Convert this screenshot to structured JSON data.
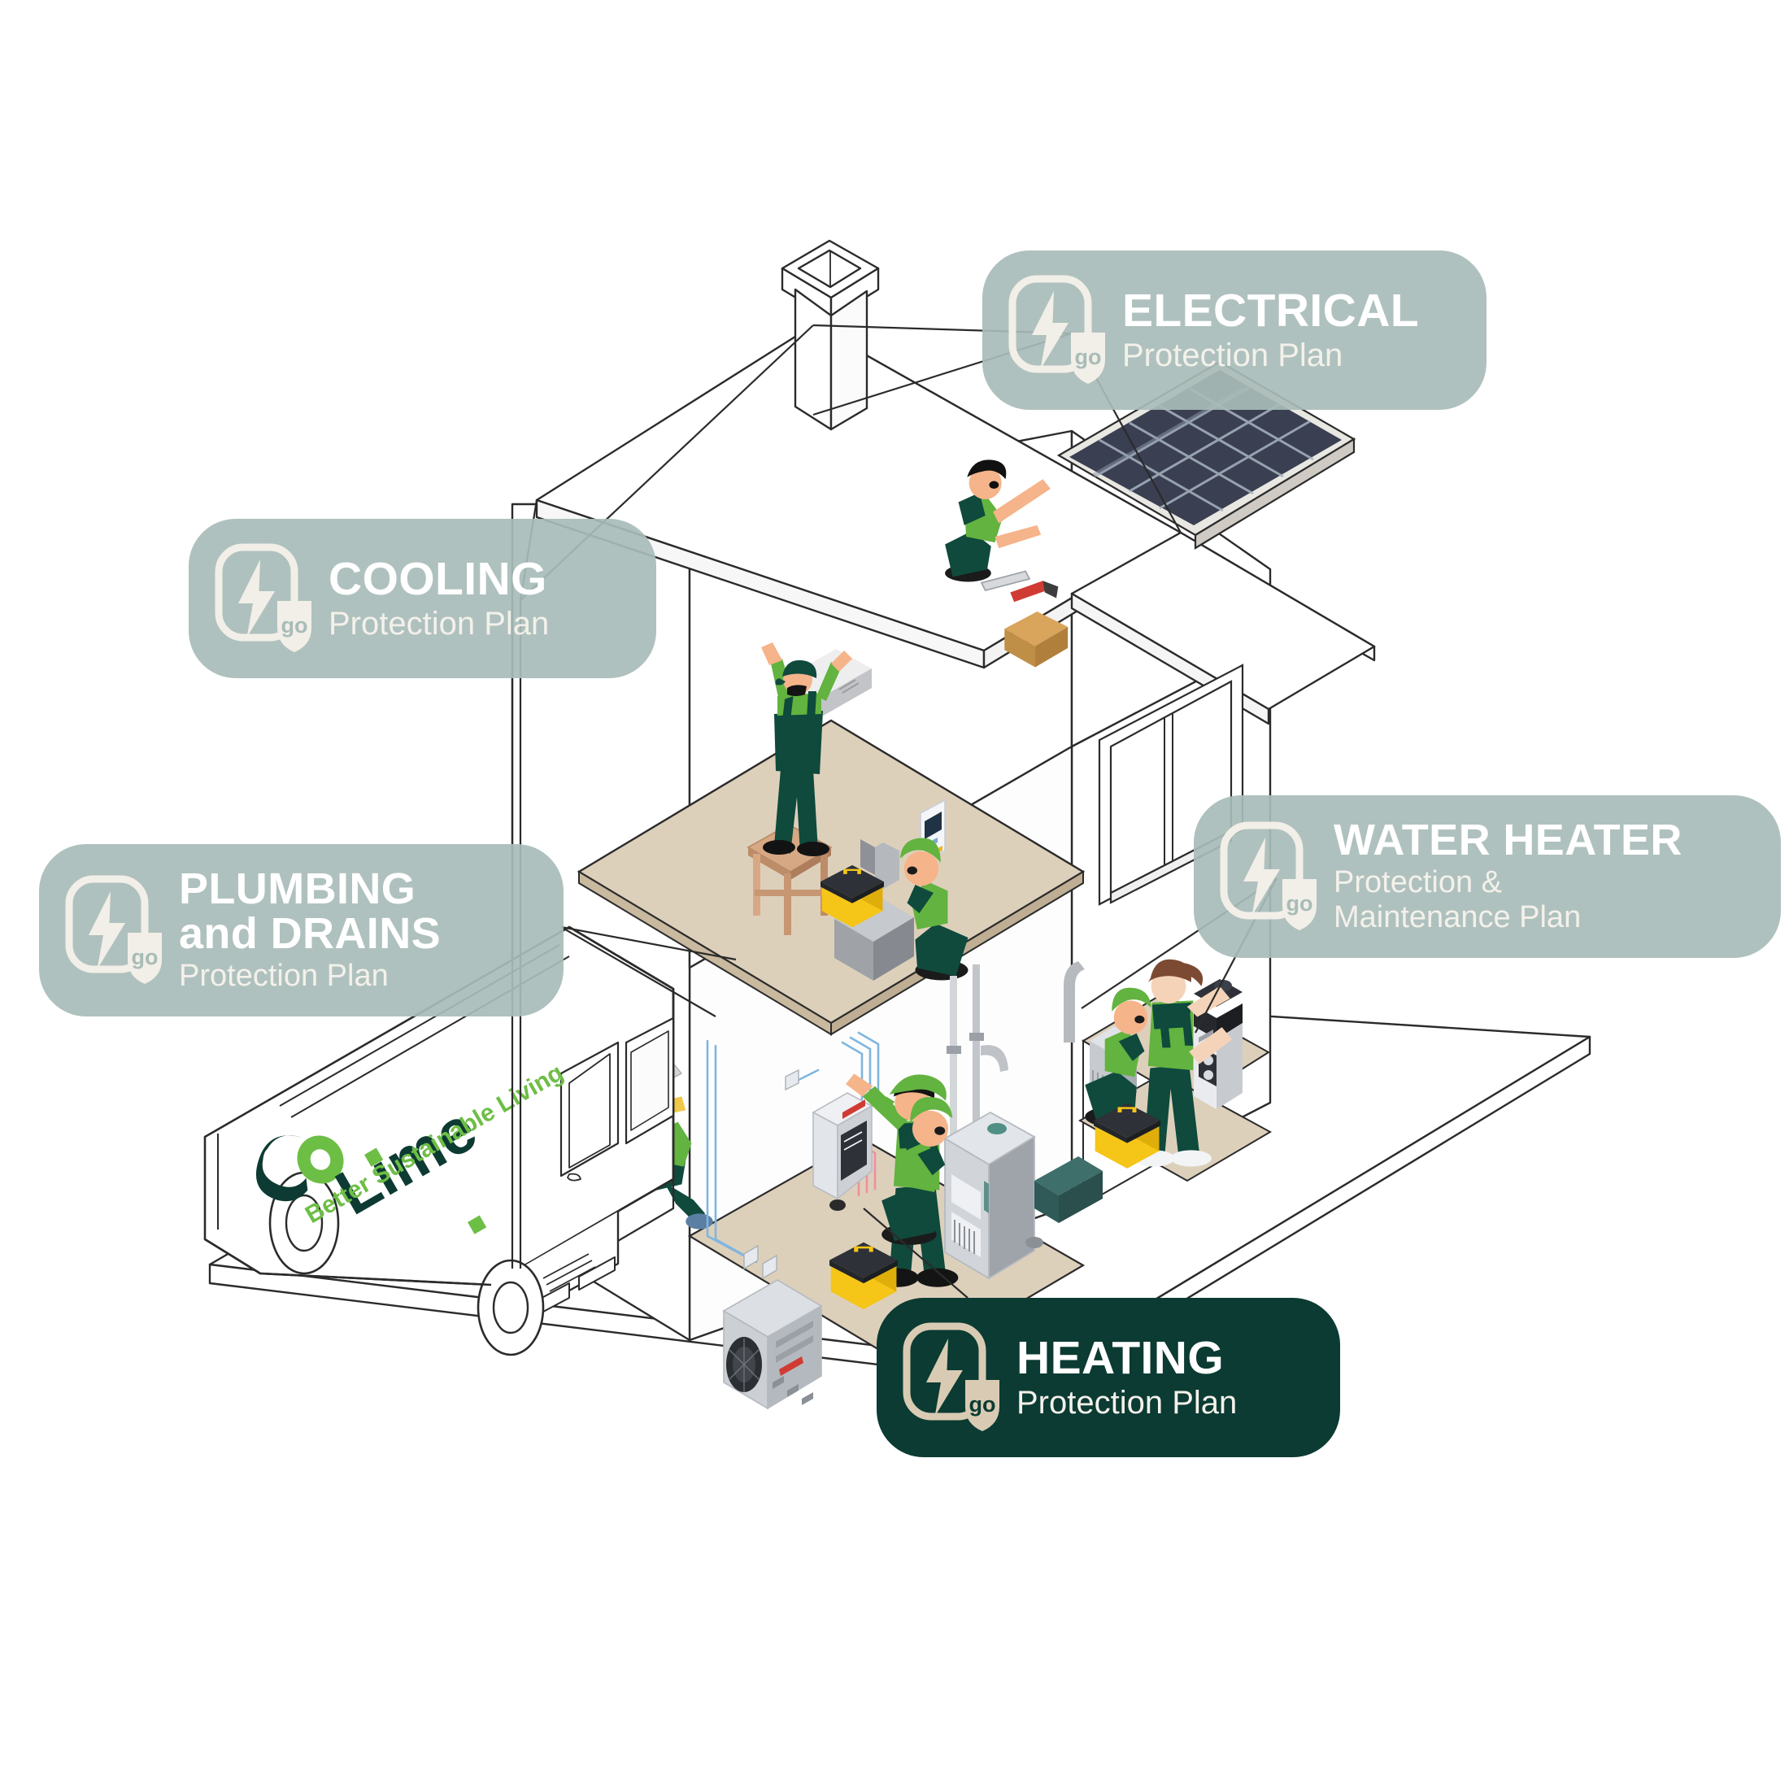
{
  "page": {
    "kind": "isometric-infographic",
    "background_color": "#ffffff"
  },
  "colors": {
    "badge_sage": "#a8bcb8",
    "badge_dark_green": "#0b3b33",
    "badge_text_cream": "#f3f1ea",
    "badge_text_white": "#ffffff",
    "icon_cream": "#f2efe8",
    "icon_tan": "#d9cbb3",
    "brand_dark_green": "#0d3b33",
    "brand_lime": "#6dbe45",
    "floor_beige": "#ddd0bb",
    "line_stroke": "#2b2b2b",
    "worker_overall_dark": "#0f4a3c",
    "worker_shirt_green": "#62b33f",
    "toolbox_yellow": "#f5c518",
    "solar_panel": "#3a3f52"
  },
  "badges": [
    {
      "id": "electrical",
      "title": "ELECTRICAL",
      "subtitle": "Protection Plan",
      "style": "sage",
      "icon": "lightning-shield-icon"
    },
    {
      "id": "cooling",
      "title": "COOLING",
      "subtitle": "Protection Plan",
      "style": "sage",
      "icon": "lightning-shield-icon"
    },
    {
      "id": "plumbing",
      "title": "PLUMBING and DRAINS",
      "title_line1": "PLUMBING",
      "title_line2": "and DRAINS",
      "subtitle": "Protection Plan",
      "style": "sage",
      "icon": "lightning-shield-icon"
    },
    {
      "id": "water_heater",
      "title": "WATER HEATER",
      "subtitle": "Protection &\nMaintenance Plan",
      "style": "sage",
      "icon": "lightning-shield-icon"
    },
    {
      "id": "heating",
      "title": "HEATING",
      "subtitle": "Protection Plan",
      "style": "dark",
      "icon": "lightning-shield-icon"
    }
  ],
  "van": {
    "brand_mark": "go",
    "brand_name": "Lime",
    "brand_dot": ".",
    "tagline": "Better Sustainable Living"
  },
  "scene_elements": {
    "house": "isometric-cutaway-house-wireframe",
    "chimney": "chimney",
    "roof_solar_panel": "solar-panel",
    "window": "sliding-window",
    "upper_floor": [
      "split-ac-indoor-unit",
      "worker-on-stool",
      "wall-thermostat",
      "yellow-toolbox",
      "worker-kneeling-duct",
      "duct-work"
    ],
    "ground_floor_left": [
      "water-pump",
      "pressure-gauge",
      "pipework",
      "worker-plumber",
      "water-spill",
      "electrical-consumer-unit",
      "wall-wiring",
      "power-outlets",
      "worker-electrician"
    ],
    "ground_floor_right": [
      "furnace",
      "worker-kneeling-furnace",
      "yellow-toolbox",
      "tankless-water-heater",
      "air-handler",
      "worker-kneeling-air-handler",
      "worker-standing-water-heater"
    ],
    "outdoor": [
      "service-van",
      "outdoor-ac-condenser",
      "ground-slab"
    ]
  }
}
